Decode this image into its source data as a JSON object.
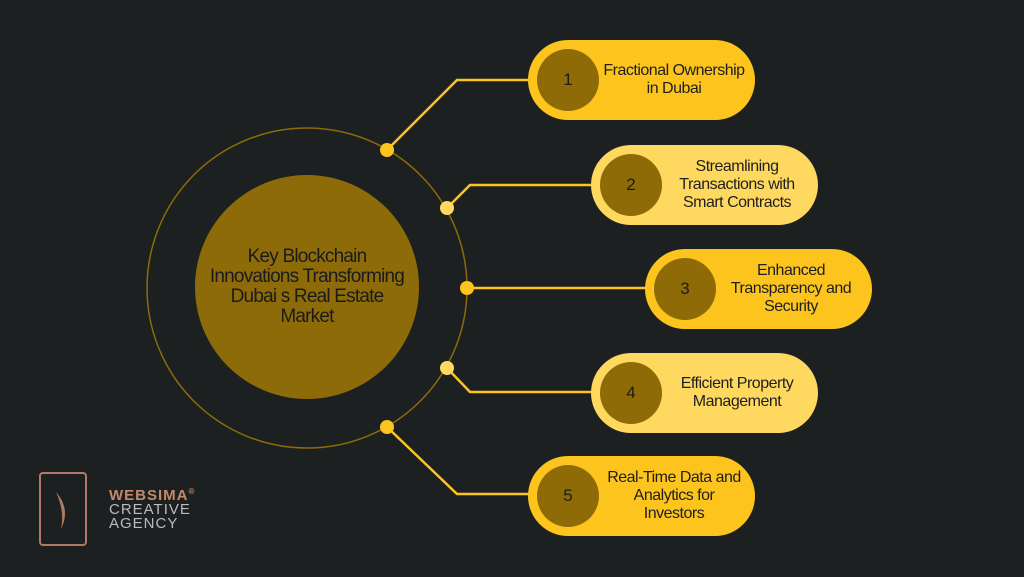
{
  "center": {
    "title": "Key Blockchain Innovations Transforming Dubai s Real Estate Market"
  },
  "items": [
    {
      "number": "1",
      "label": "Fractional Ownership in Dubai"
    },
    {
      "number": "2",
      "label": "Streamlining Transactions with Smart Contracts"
    },
    {
      "number": "3",
      "label": "Enhanced Transparency and Security"
    },
    {
      "number": "4",
      "label": "Efficient Property Management"
    },
    {
      "number": "5",
      "label": "Real-Time Data and Analytics for Investors"
    }
  ],
  "brand": {
    "name": "WEBSIMA",
    "mark": "®",
    "line2": "CREATIVE",
    "line3": "AGENCY"
  },
  "colors": {
    "background": "#1d2021",
    "accent": "#fcc41c",
    "accent_light": "#ffd85f",
    "dark_gold": "#8d6b08"
  }
}
